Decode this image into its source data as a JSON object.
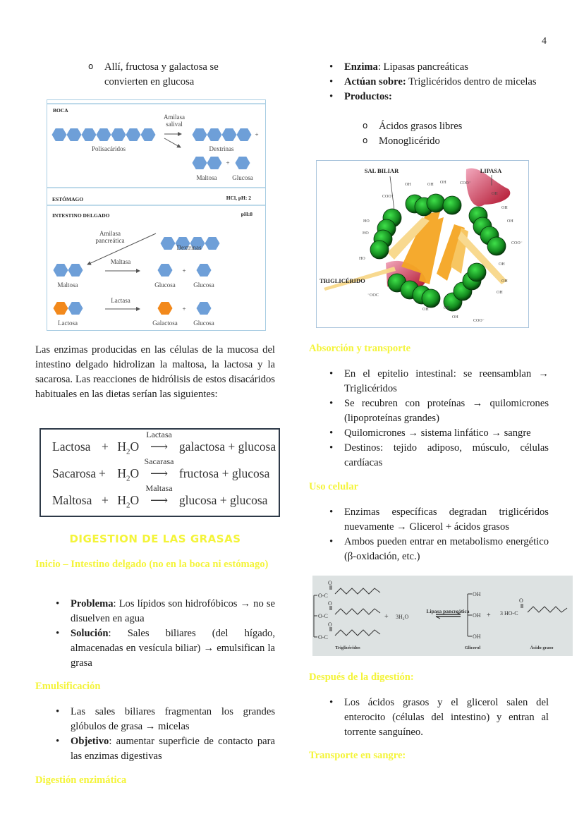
{
  "page_number": "4",
  "left": {
    "sub_bullet": [
      "Allí, fructosa y galactosa se convierten en glucosa"
    ],
    "diagram": {
      "boca": "BOCA",
      "amilasa_salival": [
        "Amilasa",
        "salival"
      ],
      "polisacaridos": "Polisacáridos",
      "dextrinas": "Dextrinas",
      "maltosa": "Maltosa",
      "glucosa": "Glucosa",
      "plus": "+",
      "estomago": "ESTÓMAGO",
      "estomago_ph": "HCl, pH: 2",
      "intestino": "INTESTINO DELGADO",
      "intestino_ph": "pH:8",
      "amilasa_pancreatica": [
        "Amilasa",
        "pancreática"
      ],
      "maltasa": "Maltasa",
      "lactasa": "Lactasa",
      "lactosa": "Lactosa",
      "galactosa": "Galactosa",
      "colors": {
        "glucose": "#6e9fd8",
        "galactose": "#f2891c"
      }
    },
    "paragraph": "Las enzimas producidas en las células de la mucosa del intestino delgado hidrolizan la maltosa, la lactosa y la sacarosa. Las reacciones de hidrólisis de estos disacáridos habituales en las dietas serían las siguientes:",
    "equations": [
      {
        "reactant": "Lactosa",
        "plus": "+",
        "water": "H",
        "sub": "2",
        "o": "O",
        "enzyme": "Lactasa",
        "products": "galactosa + glucosa"
      },
      {
        "reactant": "Sacarosa",
        "plus": "+",
        "water": "H",
        "sub": "2",
        "o": "O",
        "enzyme": "Sacarasa",
        "products": "fructosa + glucosa"
      },
      {
        "reactant": "Maltosa",
        "plus": "+",
        "water": "H",
        "sub": "2",
        "o": "O",
        "enzyme": "Maltasa",
        "products": "glucosa + glucosa"
      }
    ],
    "main_heading": "DIGESTION DE LAS GRASAS",
    "inicio_heading": "Inicio – Intestino delgado (no en la boca ni estómago)",
    "inicio_bullets": [
      {
        "bold": "Problema",
        "text": ": Los lípidos son hidrofóbicos → no se disuelven en agua"
      },
      {
        "bold": "Solución",
        "text": ": Sales biliares (del hígado, almacenadas en vesícula biliar) → emulsifican la grasa"
      }
    ],
    "emulsificacion_heading": "Emulsificación",
    "emulsificacion_bullets": [
      {
        "bold": "",
        "text": "Las sales biliares fragmentan los grandes glóbulos de grasa → micelas"
      },
      {
        "bold": "Objetivo",
        "text": ": aumentar superficie de contacto para las enzimas digestivas"
      }
    ],
    "digestion_heading": "Digestión enzimática"
  },
  "right": {
    "enzima_bullets": [
      {
        "bold": "Enzima",
        "text": ": Lipasas pancreáticas"
      },
      {
        "bold": "Actúan sobre:",
        "text": " Triglicéridos dentro de micelas"
      },
      {
        "bold": "Productos:",
        "text": ""
      }
    ],
    "productos": [
      "Ácidos grasos libres",
      "Monoglicérido"
    ],
    "micelle": {
      "sal_biliar": "SAL BILIAR",
      "lipasa": "LIPASA",
      "trigliceride": "TRIGLICÉRIDO",
      "groups": [
        "OH",
        "OH",
        "OH",
        "COO⁻",
        "COO⁻",
        "HO",
        "HO",
        "HO",
        "OH",
        "OH",
        "OH",
        "COO⁻",
        "⁻OOC",
        "OH",
        "OH",
        "OH",
        "OH",
        "OH",
        "OH",
        "COO⁻"
      ],
      "colors": {
        "sphere": "#1e9a2a",
        "lipase": "#c0304a",
        "chains": "#f5a623"
      }
    },
    "absorcion_heading": "Absorción y transporte",
    "absorcion_bullets": [
      "En el epitelio intestinal: se reensamblan → Triglicéridos",
      "Se recubren con proteínas → quilomicrones (lipoproteínas grandes)",
      "Quilomicrones → sistema linfático → sangre",
      "Destinos: tejido adiposo, músculo, células cardíacas"
    ],
    "uso_heading": "Uso celular",
    "uso_bullets": [
      "Enzimas específicas degradan triglicéridos nuevamente → Glicerol + ácidos grasos",
      "Ambos pueden entrar en metabolismo energético (β-oxidación, etc.)"
    ],
    "reaction": {
      "o_c": "O-C",
      "o": "O",
      "plus": "+",
      "water": "3H",
      "water_sub": "2",
      "water_o": "O",
      "enzyme": "Lipasa pancreática",
      "oh": "OH",
      "acid": "3 HO-C",
      "label_tg": "Triglicéridos",
      "label_glicerol": "Glicerol",
      "label_acido": "Ácido graso"
    },
    "despues_heading": "Después de la digestión:",
    "despues_bullets": [
      "Los ácidos grasos y el glicerol salen del enterocito (células del intestino) y entran al torrente sanguíneo."
    ],
    "transporte_heading": "Transporte en sangre:"
  }
}
